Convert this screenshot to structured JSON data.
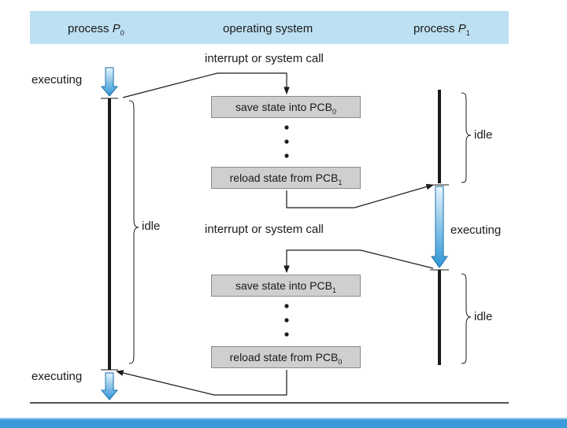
{
  "header": {
    "process0": {
      "text": "process ",
      "var": "P",
      "sub": "0"
    },
    "os": "operating system",
    "process1": {
      "text": "process ",
      "var": "P",
      "sub": "1"
    }
  },
  "labels": {
    "interrupt_top": "interrupt or system call",
    "interrupt_mid": "interrupt or system call",
    "executing_p0_top": "executing",
    "executing_p0_bottom": "executing",
    "executing_p1": "executing",
    "idle_p0": "idle",
    "idle_p1_top": "idle",
    "idle_p1_bottom": "idle"
  },
  "boxes": [
    {
      "text": "save state into PCB",
      "sub": "0"
    },
    {
      "text": "reload state from PCB",
      "sub": "1"
    },
    {
      "text": "save state into PCB",
      "sub": "1"
    },
    {
      "text": "reload state from PCB",
      "sub": "0"
    }
  ],
  "colors": {
    "header_band": "#bde0f2",
    "box_fill": "#cfcfcf",
    "arrow_fill": "#4ba8e0",
    "footer_bar": "#3b9ad9"
  }
}
